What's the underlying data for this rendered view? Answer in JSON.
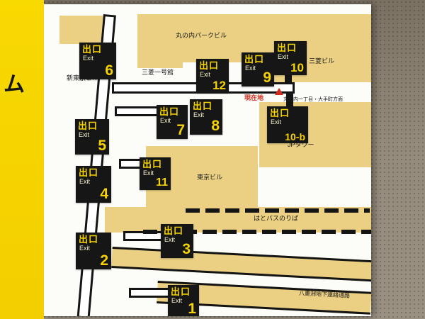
{
  "side": {
    "partial_text": "ム"
  },
  "map": {
    "exit_kanji": "出口",
    "exit_en": "Exit",
    "exits": [
      {
        "number": "6"
      },
      {
        "number": "12"
      },
      {
        "number": "9"
      },
      {
        "number": "10"
      },
      {
        "number": "5"
      },
      {
        "number": "7"
      },
      {
        "number": "8"
      },
      {
        "number": "10-b"
      },
      {
        "number": "4"
      },
      {
        "number": "11"
      },
      {
        "number": "2"
      },
      {
        "number": "3"
      },
      {
        "number": "1"
      }
    ],
    "labels": {
      "park": "丸の内パークビル",
      "mitsubishi": "三菱ビル",
      "shin_tokyo": "新東京ビル",
      "ichigokan": "三菱一号館",
      "jp_tower": "JPタワー",
      "tokyo_bldg": "東京ビル",
      "hato_bus": "はとバスのりば",
      "yaesu": "八重洲地下連絡通路",
      "current_location": "現在地",
      "direction": "丸の内一丁目・大手町方面"
    }
  }
}
